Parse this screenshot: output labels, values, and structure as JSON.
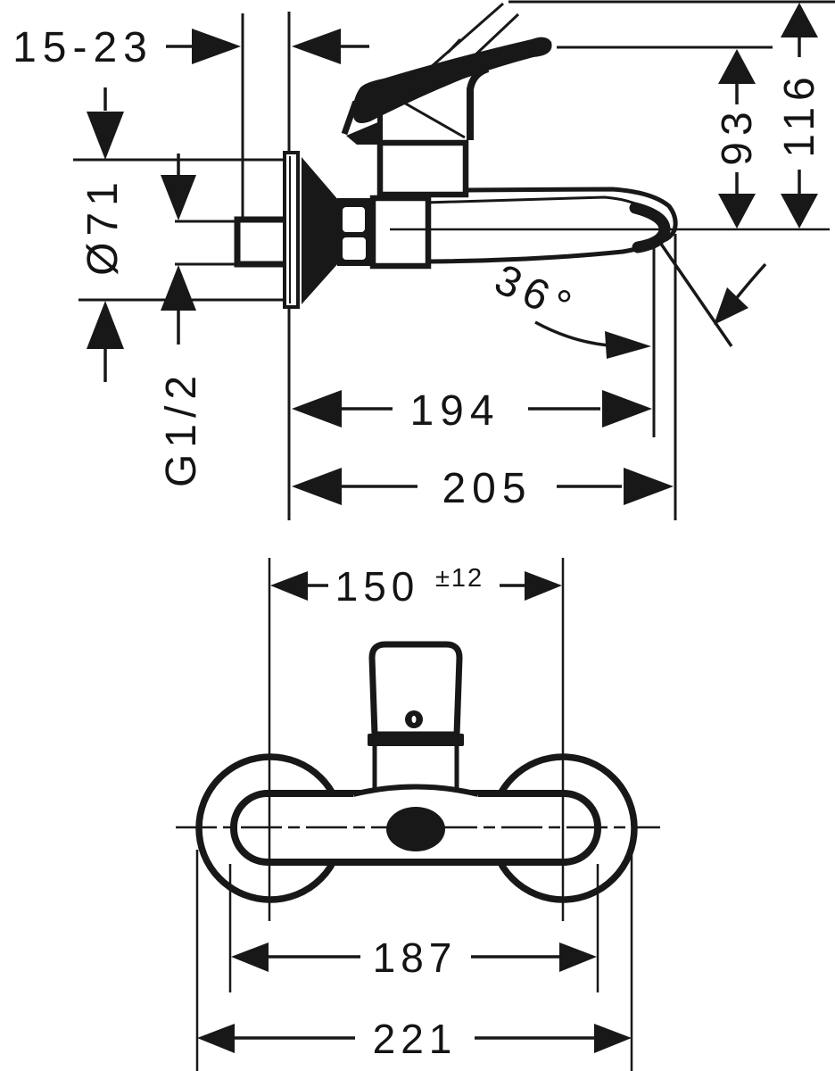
{
  "drawing": {
    "line_color": "#181818",
    "background_color": "#ffffff"
  },
  "side_view": {
    "wall_distance_label": "15-23",
    "escutcheon_diameter_label": "Ø71",
    "thread_size_label": "G1/2",
    "spout_angle_label": "36°",
    "spout_reach_label": "194",
    "total_depth_label": "205",
    "lever_closed_height_label": "93",
    "lever_open_height_label": "116"
  },
  "front_view": {
    "connection_distance_label": "150",
    "connection_tolerance_label": "±12",
    "body_width_label": "187",
    "overall_width_label": "221"
  }
}
